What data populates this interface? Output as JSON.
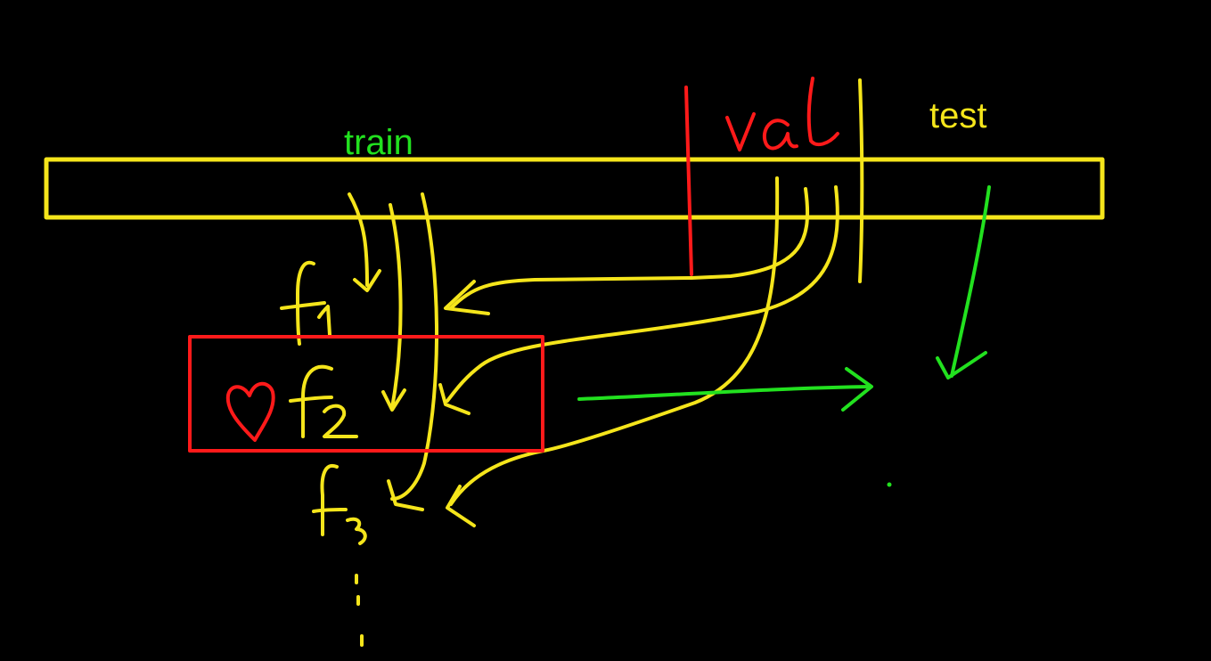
{
  "labels": {
    "train": "train",
    "test": "test",
    "val": "val",
    "f1": "f₁",
    "f2": "f₂",
    "f3": "f₃"
  },
  "colors": {
    "background": "#000000",
    "yellow": "#f5e51b",
    "red": "#ff1a1a",
    "green": "#22e11f",
    "train_text": "#22e11f",
    "test_text": "#f5e51b"
  },
  "icons": {
    "selected_marker": "heart-icon",
    "continuation": "vertical-ellipsis-icon"
  }
}
